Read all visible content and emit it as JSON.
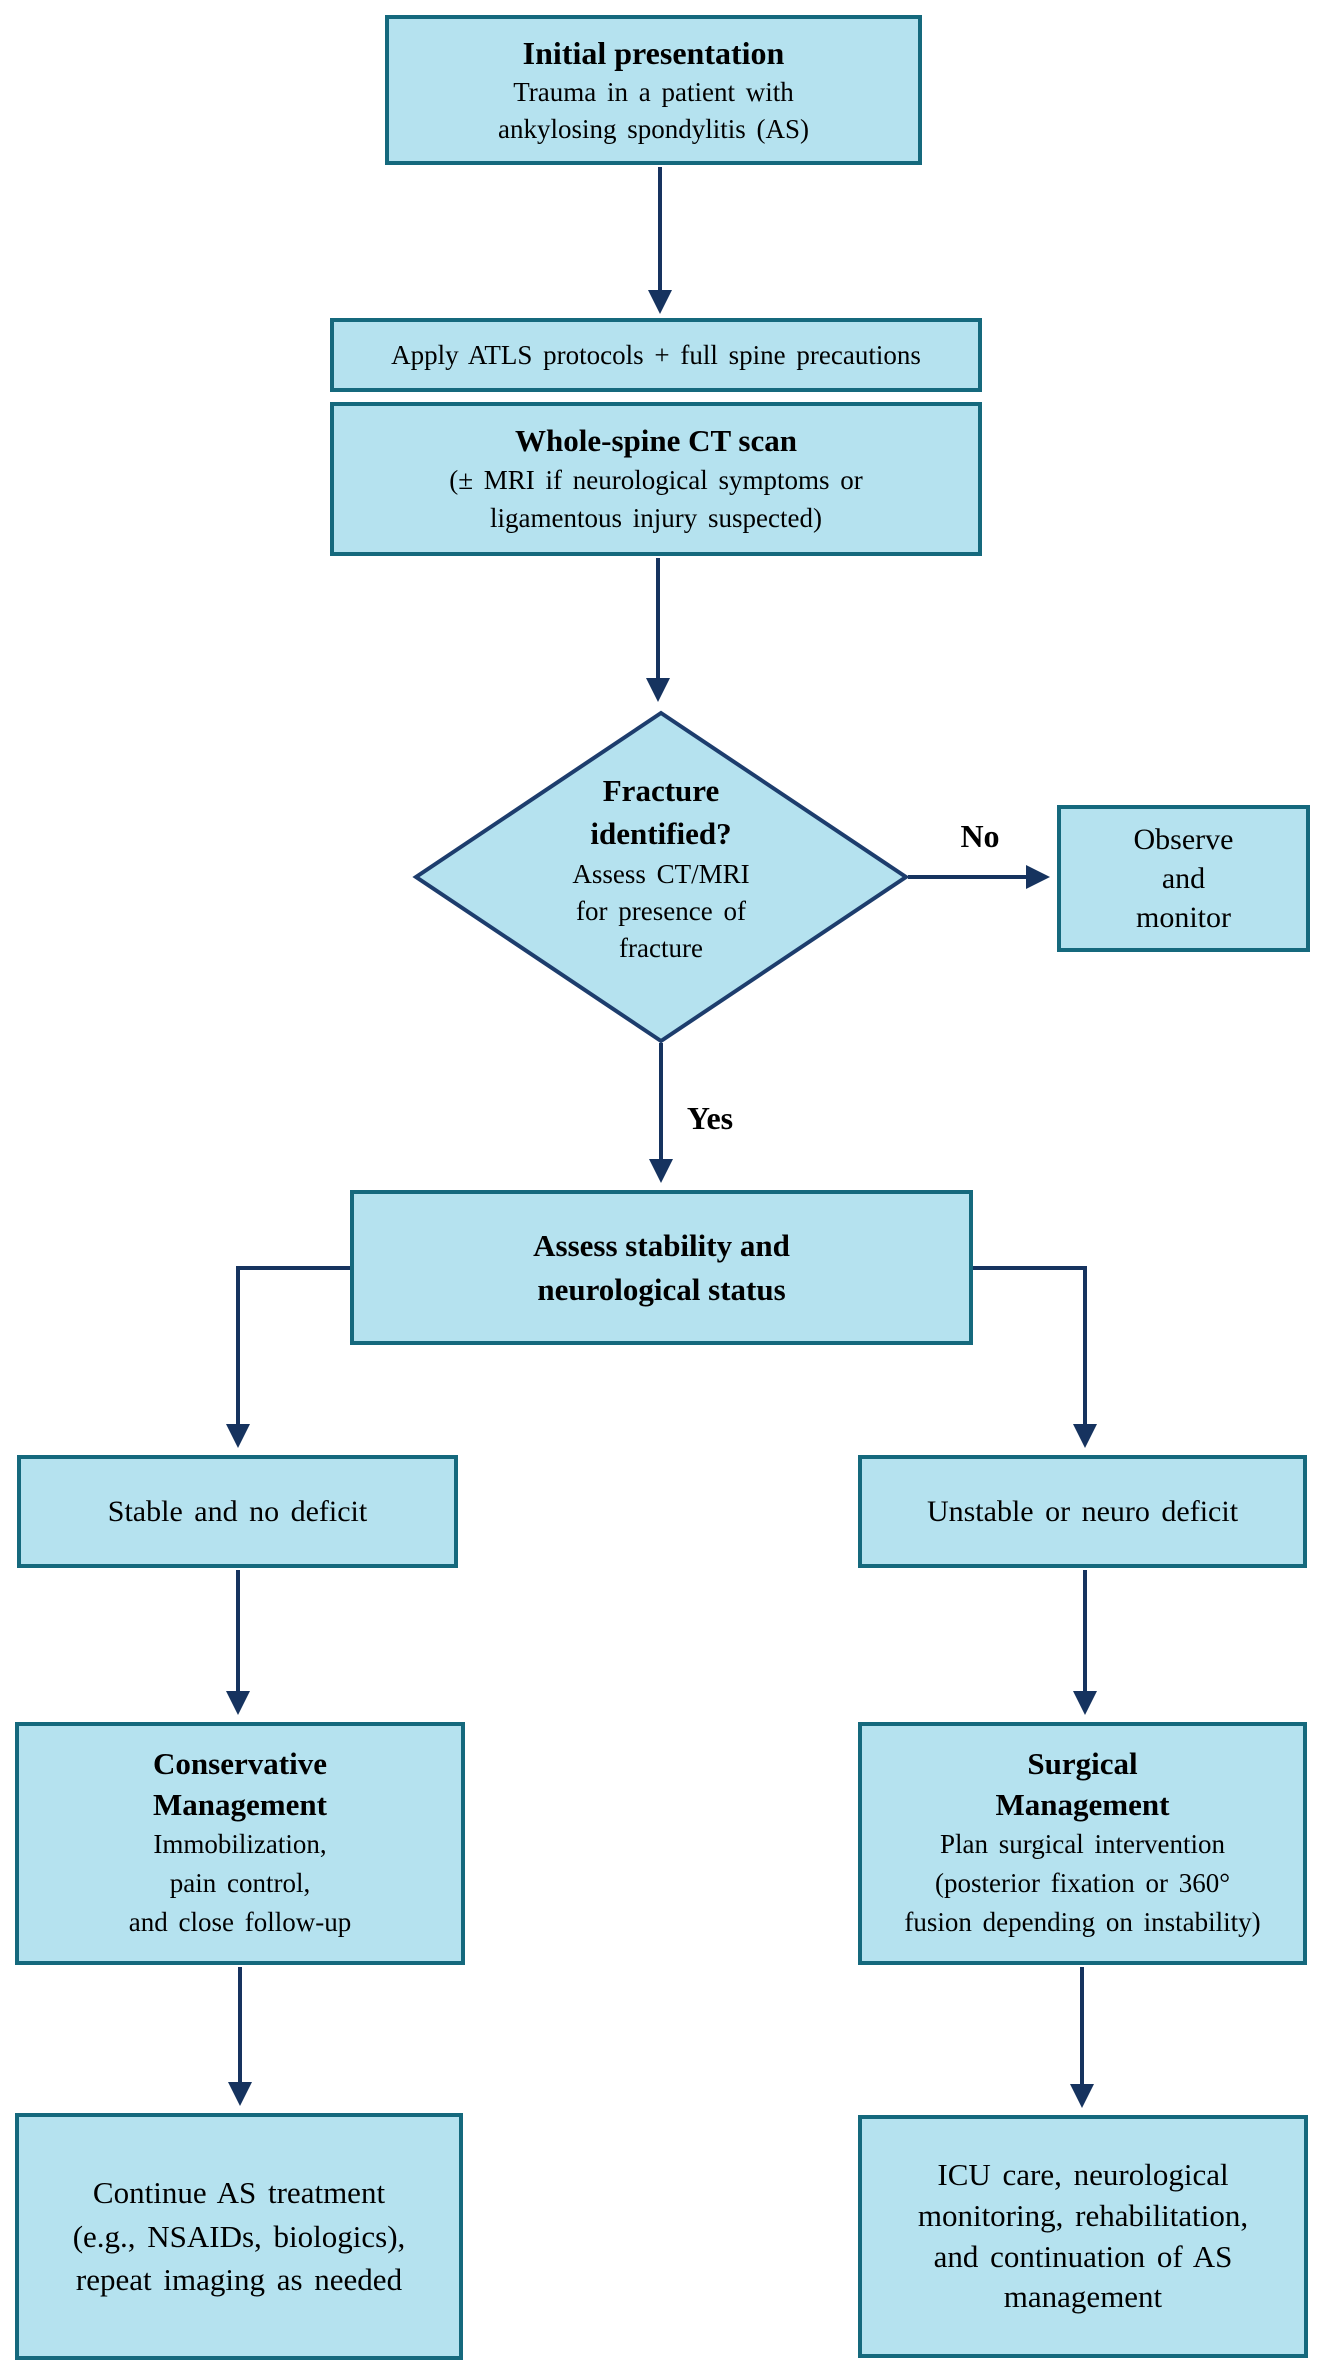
{
  "flowchart": {
    "nodes": {
      "initial": {
        "title": "Initial presentation",
        "lines": [
          "Trauma in a patient with",
          "ankylosing spondylitis (AS)"
        ]
      },
      "atls": {
        "text": "Apply ATLS protocols + full spine precautions"
      },
      "ct_scan": {
        "title": "Whole-spine CT scan",
        "lines": [
          "(± MRI if neurological symptoms or",
          "ligamentous injury suspected)"
        ]
      },
      "fracture_decision": {
        "title_lines": [
          "Fracture",
          "identified?"
        ],
        "lines": [
          "Assess CT/MRI",
          "for presence of",
          "fracture"
        ]
      },
      "observe": {
        "lines": [
          "Observe",
          "and",
          "monitor"
        ]
      },
      "assess": {
        "title_lines": [
          "Assess stability and",
          "neurological status"
        ]
      },
      "stable": {
        "text": "Stable and no deficit"
      },
      "unstable": {
        "text": "Unstable or neuro deficit"
      },
      "conservative": {
        "title_lines": [
          "Conservative",
          "Management"
        ],
        "lines": [
          "Immobilization,",
          "pain control,",
          "and close follow-up"
        ]
      },
      "surgical": {
        "title_lines": [
          "Surgical",
          "Management"
        ],
        "lines": [
          "Plan surgical intervention",
          "(posterior fixation or 360°",
          "fusion depending on instability)"
        ]
      },
      "continue_as": {
        "lines": [
          "Continue AS treatment",
          "(e.g., NSAIDs, biologics),",
          "repeat imaging as needed"
        ]
      },
      "icu": {
        "lines": [
          "ICU care, neurological",
          "monitoring, rehabilitation,",
          "and continuation of AS",
          "management"
        ]
      }
    },
    "edge_labels": {
      "no": "No",
      "yes": "Yes"
    },
    "colors": {
      "box_fill": "#b5e2ef",
      "box_border": "#15697d",
      "diamond_border": "#1d3d6d",
      "arrow": "#16335f",
      "text": "#000000"
    }
  }
}
